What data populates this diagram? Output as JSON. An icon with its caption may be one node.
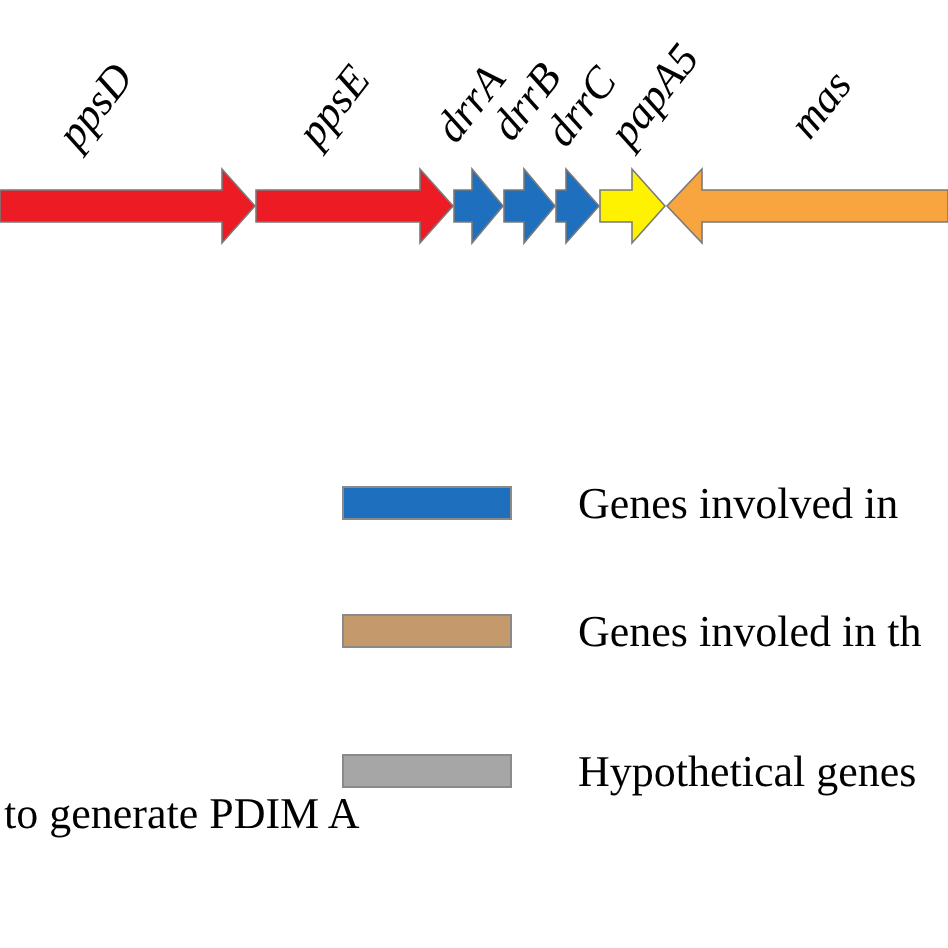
{
  "diagram": {
    "nodes": [
      {
        "text": [
          "ppsD"
        ]
      },
      {
        "text": [
          "ppsE"
        ]
      },
      {
        "text": [
          "drrA"
        ]
      },
      {
        "text": [
          "drrB"
        ]
      },
      {
        "text": [
          "drrC"
        ]
      },
      {
        "text": [
          "papA5"
        ]
      },
      {
        "text": [
          "mas"
        ]
      }
    ],
    "labels": [
      "to generate PDIM A"
    ],
    "legend": [
      {
        "text": "Genes involved in",
        "color": "#1f6fbf"
      },
      {
        "text": "Genes involed in th",
        "color": "#c49a6c"
      },
      {
        "text": "Hypothetical genes",
        "color": "#a6a6a6"
      }
    ]
  }
}
